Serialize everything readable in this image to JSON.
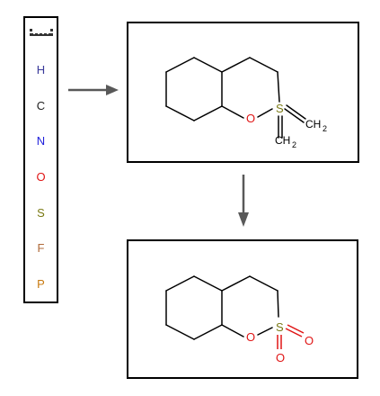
{
  "palette": {
    "toggle_icon": "grid-dots-icon",
    "elements": [
      {
        "symbol": "H",
        "color": "#3a3a9a"
      },
      {
        "symbol": "C",
        "color": "#1e1e1e"
      },
      {
        "symbol": "N",
        "color": "#1f1fdb"
      },
      {
        "symbol": "O",
        "color": "#e01515"
      },
      {
        "symbol": "S",
        "color": "#7a7a14"
      },
      {
        "symbol": "F",
        "color": "#b06a3a"
      },
      {
        "symbol": "P",
        "color": "#c87a10"
      }
    ]
  },
  "molecule_top": {
    "atoms": {
      "O": "O",
      "S": "S",
      "ch2_right": "CH",
      "ch2_right_sub": "2",
      "ch2_bottom": "CH",
      "ch2_bottom_sub": "2"
    },
    "colors": {
      "O": "#e01515",
      "S": "#7a7a14",
      "bond": "#000000"
    }
  },
  "molecule_bottom": {
    "atoms": {
      "O_ring": "O",
      "S": "S",
      "O_right": "O",
      "O_bottom": "O"
    },
    "colors": {
      "O": "#e01515",
      "S": "#7a7a14",
      "bond": "#000000"
    }
  },
  "arrows": {
    "color": "#595959"
  }
}
